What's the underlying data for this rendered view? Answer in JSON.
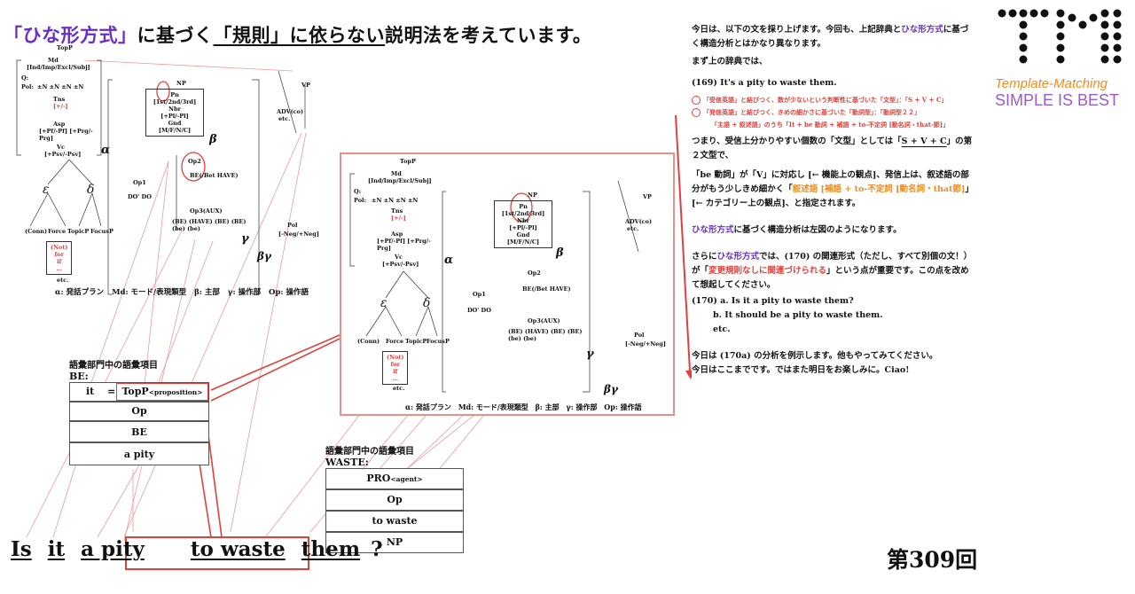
{
  "title": {
    "q_open": "「",
    "hinagata": "ひな形方式",
    "q_close": "」",
    "part1": "に基づく",
    "kisoku": "「規則」",
    "part2": "に依らない",
    "part3": "説明法を考えています。"
  },
  "logo": {
    "line1": "Template-Matching",
    "line2": "SIMPLE IS BEST"
  },
  "tree": {
    "topp": "TopP",
    "md": "Md",
    "md_features": "[Ind/Imp/Excl/Subj]",
    "q_label": "Q:",
    "pol_label": "Pol:",
    "pol_values": "±N ±N ±N ±N",
    "tns": "Tns",
    "tns_values": "[+/-]",
    "asp": "Asp",
    "asp_values": "[+Pf/-Pf] [+Prg/-Prg]",
    "vc": "Vc",
    "vc_values": "[+Psv/-Psv]",
    "epsilon": "ε",
    "delta": "δ",
    "force": "Force",
    "topic_p": "TopicP",
    "focus_p": "FocusP",
    "connectives": "(Conn)",
    "focus_items": [
      "(Not)",
      "for",
      "if",
      "…"
    ],
    "etc": "etc.",
    "np": "NP",
    "pn": "Pn",
    "pn_values": "[1st/2nd/3rd]",
    "nbr": "Nbr",
    "nbr_values": "[+Pl/-Pl]",
    "gnd": "Gnd",
    "gnd_values": "[M/F/N/C]",
    "beta": "β",
    "alpha": "α",
    "gamma": "γ",
    "beta_gamma": "βγ",
    "op1": "Op1",
    "do_does": "DO'  DO",
    "op2": "Op2",
    "be_have": "BE(/Bet HAVE)",
    "op3": "Op3(AUX)",
    "op3_items": [
      "(BE) (HAVE) (BE) (BE)",
      "(be) (be)"
    ],
    "vp": "VP",
    "adv": "ADV(co)",
    "adv_etc": "etc.",
    "pol": "Pol",
    "pol_neg": "[-Neg/+Neg]",
    "legend_alpha": "α: 発話プラン",
    "legend_md": "Md: モード/表現類型",
    "legend_beta": "β: 主部",
    "legend_gamma": "γ: 操作部",
    "legend_op": "Op: 操作語"
  },
  "be_box": {
    "header": "語彙部門中の語彙項目",
    "label": "BE:",
    "it": "it",
    "eq": "=",
    "topp": "TopP",
    "proposition": "<proposition>",
    "rows": [
      "Op",
      "BE",
      "a pity"
    ]
  },
  "waste_box": {
    "header": "語彙部門中の語彙項目",
    "label": "WASTE:",
    "rows": [
      "PRO",
      "Op",
      "to waste",
      "NP"
    ],
    "agent": "<agent>"
  },
  "sentence": {
    "words": [
      "Is",
      "it",
      "a pity",
      "to waste",
      "them",
      "?"
    ]
  },
  "episode": "第309回",
  "right_text": {
    "intro_a": "今日は、以下の文を採り上げます。今回も、上記辞典と",
    "intro_hinagata": "ひな形方式",
    "intro_b": "に基づく構造分析とはかなり異なります。",
    "dict_intro": "まず上の辞典では、",
    "ex169": "(169) It's a pity to waste them.",
    "bullet1": "「受信英語」と結びつく、数が少ないという判断性に基づいた「文型」：「S + V + C」",
    "bullet2": "「発信英語」と結びつく、きめの細かさに基づいた「動詞型」：「動詞型２２」",
    "bullet2_sub": "「主語 + 叙述語」のうち「It + be 動詞 + 補語 + to-不定詞 [動名詞・that-節]」",
    "p1_a": "つまり、受信上分かりやすい個数の「文型」としては「",
    "p1_svc": "S + V + C",
    "p1_b": "」の第２文型で、",
    "p2_a": "「be 動詞」が「V」に対応し [← 機能上の観点]、発信上は、叙述語の部分がもう少しきめ細かく「",
    "p2_orange": "叙述語 [補語 + to-不定詞 [動名詞・that節]",
    "p2_b": "」",
    "p3": "[← カテゴリー上の観点]、と指定されます。",
    "p4_hinagata": "ひな形方式",
    "p4_b": "に基づく構造分析は左図のようになります。",
    "p5_a": "さらに",
    "p5_hinagata": "ひな形方式",
    "p5_b": "では、(170) の関連形式（ただし、すべて別個の文！）が「",
    "p5_red": "変更規則なしに関連づけられる",
    "p5_c": "」という点が重要です。この点を改めて想起してください。",
    "ex170a": "(170) a. Is it a pity to waste them?",
    "ex170b": "b. It should be a pity to waste them.",
    "ex170c": "etc.",
    "p6": "今日は (170a) の分析を例示します。他もやってみてください。",
    "p7": "今日はここまでです。ではまた明日をお楽しみに。Ciao!"
  },
  "colors": {
    "purple": "#6a2fc4",
    "red": "#e0403a",
    "orange": "#f08c1e",
    "line": "#f09a98"
  }
}
